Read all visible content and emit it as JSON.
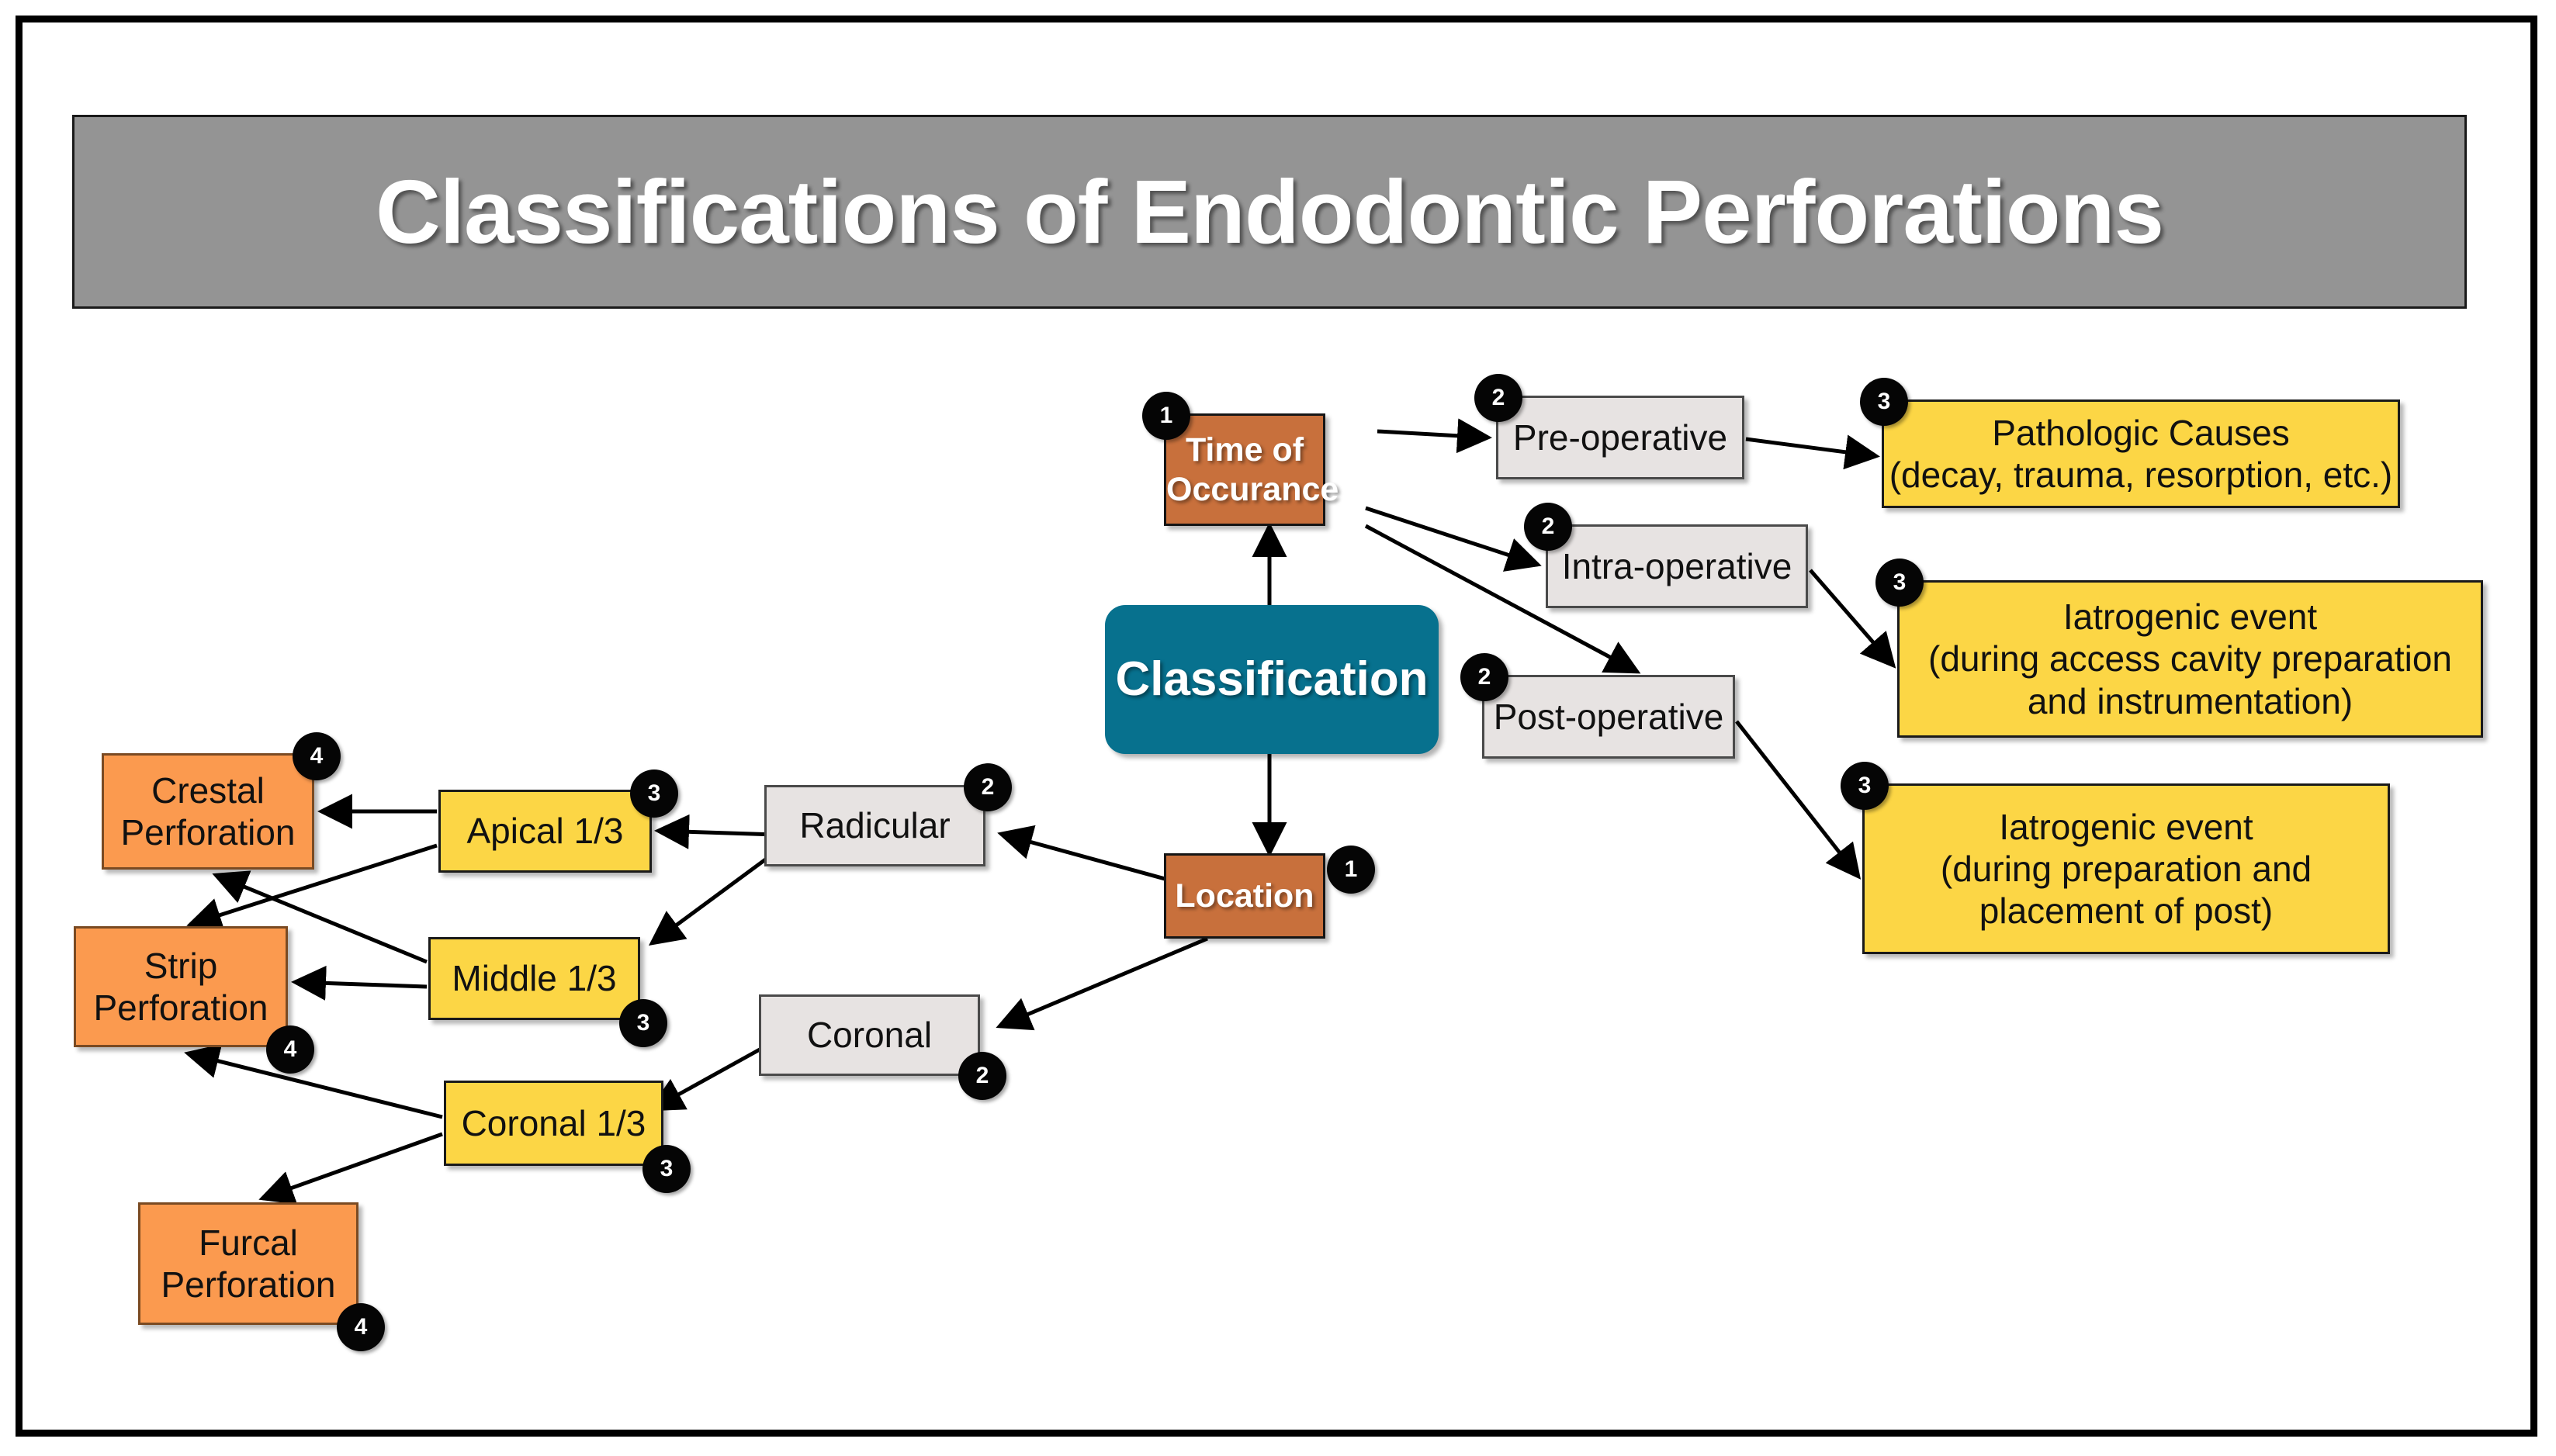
{
  "document": {
    "title": "Classifications of Endodontic Perforations"
  },
  "colors": {
    "banner_bg": "#949494",
    "banner_text": "#FFFFFF",
    "root_node": "#07718E",
    "level1_node": "#C8703C",
    "gray_node": "#E7E3E2",
    "yellow_node": "#FCD645",
    "orange_node": "#FB9A4F",
    "badge_bg": "#050505",
    "frame": "#000000"
  },
  "nodes": {
    "root": {
      "label": "Classification",
      "badge": ""
    },
    "time_of_occurance": {
      "label_line1": "Time of",
      "label_line2": "Occurance",
      "badge": "1"
    },
    "location": {
      "label": "Location",
      "badge": "1"
    },
    "pre_operative": {
      "label": "Pre-operative",
      "badge": "2"
    },
    "intra_operative": {
      "label": "Intra-operative",
      "badge": "2"
    },
    "post_operative": {
      "label": "Post-operative",
      "badge": "2"
    },
    "pathologic_causes": {
      "label_line1": "Pathologic Causes",
      "label_line2": "(decay, trauma, resorption, etc.)",
      "badge": "3"
    },
    "iatrogenic_access": {
      "label_line1": "Iatrogenic event",
      "label_line2": "(during access cavity preparation",
      "label_line3": "and instrumentation)",
      "badge": "3"
    },
    "iatrogenic_post": {
      "label_line1": "Iatrogenic event",
      "label_line2": "(during preparation and",
      "label_line3": "placement of post)",
      "badge": "3"
    },
    "radicular": {
      "label": "Radicular",
      "badge": "2"
    },
    "coronal": {
      "label": "Coronal",
      "badge": "2"
    },
    "apical_third": {
      "label": "Apical 1/3",
      "badge": "3"
    },
    "middle_third": {
      "label": "Middle 1/3",
      "badge": "3"
    },
    "coronal_third": {
      "label": "Coronal 1/3",
      "badge": "3"
    },
    "crestal_perforation": {
      "label_line1": "Crestal",
      "label_line2": "Perforation",
      "badge": "4"
    },
    "strip_perforation": {
      "label_line1": "Strip",
      "label_line2": "Perforation",
      "badge": "4"
    },
    "furcal_perforation": {
      "label_line1": "Furcal",
      "label_line2": "Perforation",
      "badge": "4"
    }
  },
  "edges": [
    {
      "from": "root",
      "to": "time_of_occurance"
    },
    {
      "from": "root",
      "to": "location"
    },
    {
      "from": "time_of_occurance",
      "to": "pre_operative"
    },
    {
      "from": "time_of_occurance",
      "to": "intra_operative"
    },
    {
      "from": "time_of_occurance",
      "to": "post_operative"
    },
    {
      "from": "pre_operative",
      "to": "pathologic_causes"
    },
    {
      "from": "intra_operative",
      "to": "iatrogenic_access"
    },
    {
      "from": "post_operative",
      "to": "iatrogenic_post"
    },
    {
      "from": "location",
      "to": "radicular"
    },
    {
      "from": "location",
      "to": "coronal"
    },
    {
      "from": "radicular",
      "to": "apical_third"
    },
    {
      "from": "radicular",
      "to": "middle_third"
    },
    {
      "from": "coronal",
      "to": "coronal_third"
    },
    {
      "from": "apical_third",
      "to": "crestal_perforation"
    },
    {
      "from": "apical_third",
      "to": "strip_perforation"
    },
    {
      "from": "middle_third",
      "to": "crestal_perforation"
    },
    {
      "from": "middle_third",
      "to": "strip_perforation"
    },
    {
      "from": "coronal_third",
      "to": "strip_perforation"
    },
    {
      "from": "coronal_third",
      "to": "furcal_perforation"
    }
  ]
}
